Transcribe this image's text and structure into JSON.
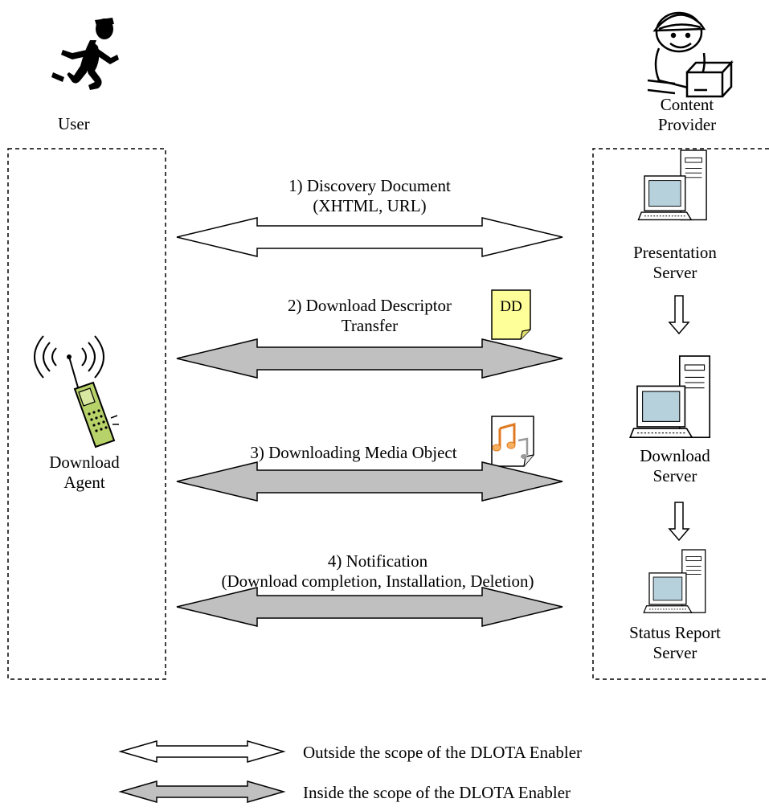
{
  "actors": {
    "user": "User",
    "content_provider_line1": "Content",
    "content_provider_line2": "Provider"
  },
  "left_box": {
    "agent_line1": "Download",
    "agent_line2": "Agent"
  },
  "servers": [
    {
      "line1": "Presentation",
      "line2": "Server"
    },
    {
      "line1": "Download",
      "line2": "Server"
    },
    {
      "line1": "Status Report",
      "line2": "Server"
    }
  ],
  "flows": [
    {
      "line1": "1) Discovery Document",
      "line2": "(XHTML, URL)",
      "scope": "outside"
    },
    {
      "line1": "2) Download Descriptor",
      "line2": "Transfer",
      "scope": "inside",
      "badge": "DD"
    },
    {
      "line1": "3) Downloading Media Object",
      "line2": "",
      "scope": "inside"
    },
    {
      "line1": "4) Notification",
      "line2": "(Download completion, Installation, Deletion)",
      "scope": "inside"
    }
  ],
  "legend": [
    {
      "text": "Outside the scope of the DLOTA Enabler",
      "scope": "outside"
    },
    {
      "text": "Inside the scope of the DLOTA Enabler",
      "scope": "inside"
    }
  ],
  "colors": {
    "outside_fill": "#ffffff",
    "inside_fill": "#c0c0c0",
    "dd_note": "#ffff99",
    "monitor_screen": "#b7d1dc",
    "phone_body": "#b8d26a"
  }
}
